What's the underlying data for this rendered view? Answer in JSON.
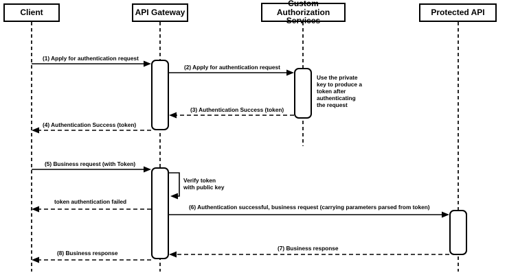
{
  "diagram": {
    "participants": [
      {
        "label": "Client"
      },
      {
        "label": "API Gateway"
      },
      {
        "label": "Custom Authorization\nServices"
      },
      {
        "label": "Protected API"
      }
    ],
    "messages": {
      "m1": "(1) Apply for authentication request",
      "m2": "(2) Apply for authentication request",
      "m3": "(3) Authentication Success (token)",
      "m4": "(4) Authentication Success (token)",
      "m5": "(5) Business request (with Token)",
      "verify": "Verify token\nwith public key",
      "failed": "token authentication failed",
      "m6": "(6) Authentication successful, business request (carrying parameters parsed from token)",
      "m7": "(7) Business response",
      "m8": "(8) Business response"
    },
    "note": "Use the private\nkey to produce a\ntoken after\nauthenticating\nthe request",
    "colors": {
      "stroke": "#000000",
      "fill": "#ffffff"
    }
  }
}
